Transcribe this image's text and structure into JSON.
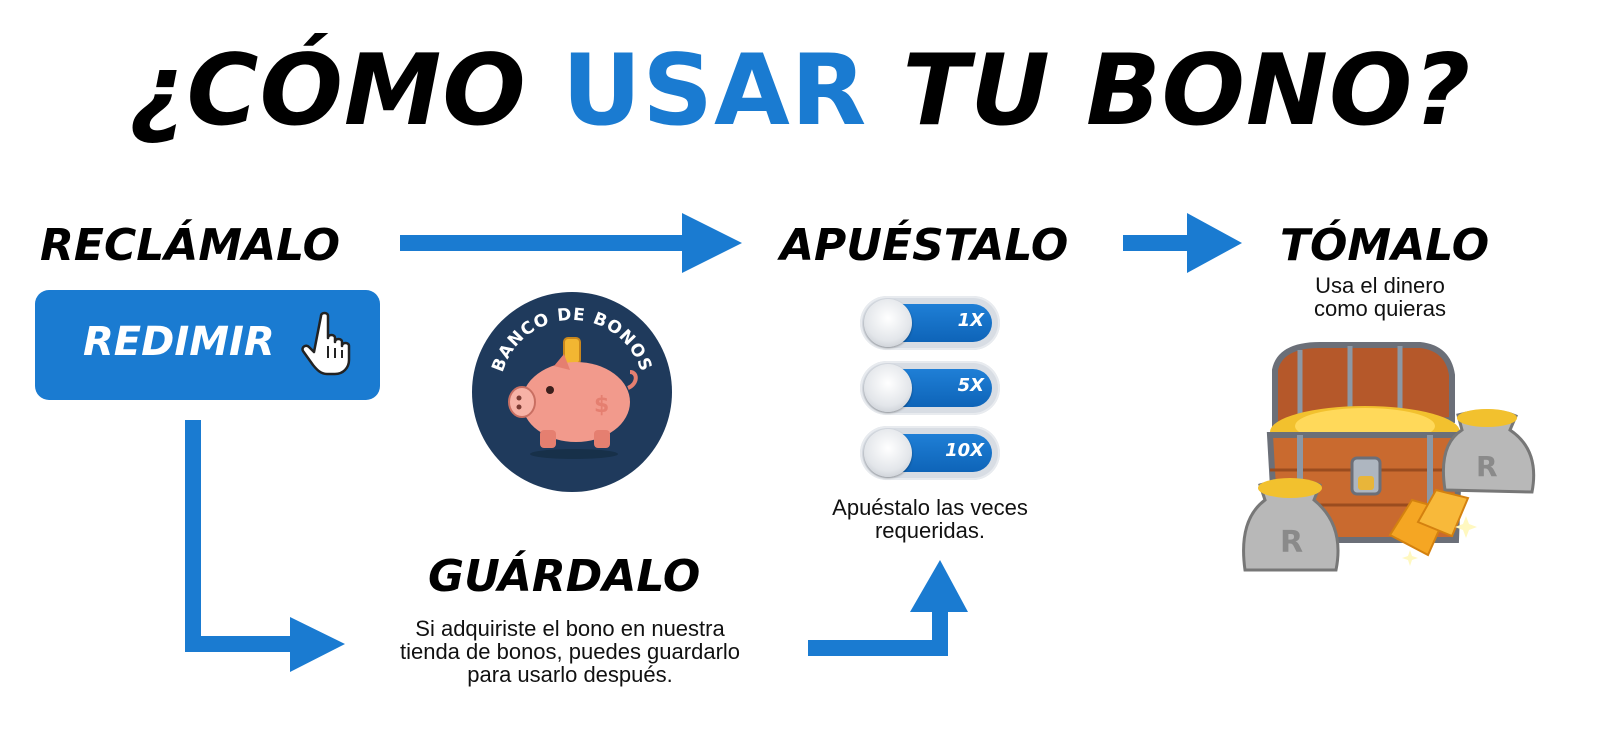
{
  "title": {
    "part1": "¿CÓMO ",
    "accent": "USAR",
    "part2": " TU BONO?"
  },
  "colors": {
    "accent": "#1a7bd1",
    "navy": "#1f3a5c",
    "pig": "#f29a8c",
    "toggle_track": "#1f7fd6"
  },
  "steps": {
    "claim": {
      "title": "RECLÁMALO",
      "button_label": "REDIMIR",
      "icon": "hand-pointer-icon"
    },
    "save": {
      "title": "GUÁRDALO",
      "description_lines": [
        "Si adquiriste el bono en nuestra",
        "tienda de bonos, puedes guardarlo",
        "para usarlo después."
      ],
      "badge_text": "BANCO DE BONOS",
      "icon": "piggy-bank-icon"
    },
    "bet": {
      "title": "APUÉSTALO",
      "toggles": [
        "1X",
        "5X",
        "10X"
      ],
      "description_lines": [
        "Apuéstalo las veces",
        "requeridas."
      ]
    },
    "take": {
      "title": "TÓMALO",
      "description_lines": [
        "Usa el dinero",
        "como quieras"
      ],
      "icon": "treasure-chest-icon"
    }
  }
}
